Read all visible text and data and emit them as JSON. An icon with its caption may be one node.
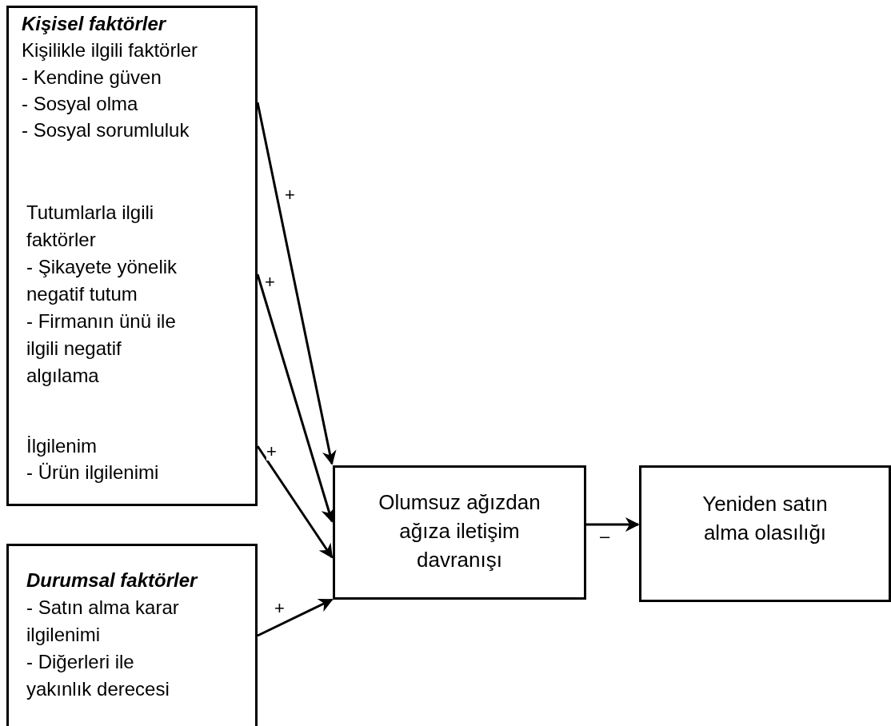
{
  "diagram": {
    "nodes": [
      {
        "text": [
          "Kişisel faktörler",
          "Kişilikle ilgili faktörler",
          "- Kendine güven",
          "- Sosyal olma",
          "- Sosyal sorumluluk",
          "Tutumlarla ilgili faktörler",
          "- Şikayete yönelik negatif tutum",
          "- Firmanın ünü ile ilgili negatif algılama",
          "İlgilenim",
          "- Ürün ilgilenimi"
        ]
      },
      {
        "text": [
          "Durumsal faktörler",
          "- Satın alma karar ilgilenimi",
          "- Diğerleri ile yakınlık derecesi"
        ]
      },
      {
        "text": [
          "Olumsuz ağızdan ağıza iletişim davranışı"
        ]
      },
      {
        "text": [
          "Yeniden satın alma olasılığı"
        ]
      }
    ],
    "edges": [
      {
        "from": 0,
        "to": 2,
        "arrow": "to",
        "label": "+"
      },
      {
        "from": 0,
        "to": 2,
        "arrow": "to",
        "label": "+"
      },
      {
        "from": 0,
        "to": 2,
        "arrow": "to",
        "label": "+"
      },
      {
        "from": 1,
        "to": 2,
        "arrow": "to",
        "label": "+"
      },
      {
        "from": 2,
        "to": 3,
        "arrow": "to",
        "label": "–"
      }
    ]
  }
}
